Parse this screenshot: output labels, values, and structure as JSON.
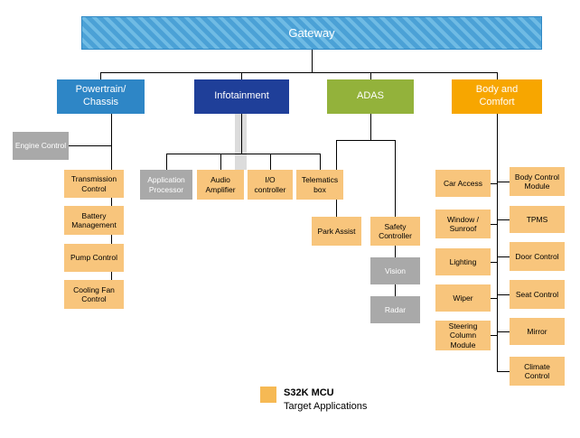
{
  "gateway": {
    "label": "Gateway"
  },
  "branches": [
    {
      "label": "Powertrain/ Chassis",
      "color": "#2E86C6",
      "children": [
        {
          "label": "Engine Control",
          "type": "gray"
        },
        {
          "label": "Transmission Control",
          "type": "mcu"
        },
        {
          "label": "Battery Management",
          "type": "mcu"
        },
        {
          "label": "Pump Control",
          "type": "mcu"
        },
        {
          "label": "Cooling Fan Control",
          "type": "mcu"
        }
      ]
    },
    {
      "label": "Infotainment",
      "color": "#1F3F99",
      "children": [
        {
          "label": "Application Processor",
          "type": "gray"
        },
        {
          "label": "Audio Amplifier",
          "type": "mcu"
        },
        {
          "label": "I/O controller",
          "type": "mcu"
        },
        {
          "label": "Telematics box",
          "type": "mcu"
        }
      ]
    },
    {
      "label": "ADAS",
      "color": "#93B23B",
      "children": [
        {
          "label": "Park Assist",
          "type": "mcu"
        },
        {
          "label": "Safety Controller",
          "type": "mcu",
          "children": [
            {
              "label": "Vision",
              "type": "gray"
            },
            {
              "label": "Radar",
              "type": "gray"
            }
          ]
        }
      ]
    },
    {
      "label": "Body and Comfort",
      "color": "#F7A600",
      "children": [
        {
          "label": "Car Access",
          "type": "mcu"
        },
        {
          "label": "Window / Sunroof",
          "type": "mcu"
        },
        {
          "label": "Lighting",
          "type": "mcu"
        },
        {
          "label": "Wiper",
          "type": "mcu"
        },
        {
          "label": "Steering Column Module",
          "type": "mcu"
        },
        {
          "label": "Body Control Module",
          "type": "mcu"
        },
        {
          "label": "TPMS",
          "type": "mcu"
        },
        {
          "label": "Door Control",
          "type": "mcu"
        },
        {
          "label": "Seat Control",
          "type": "mcu"
        },
        {
          "label": "Mirror",
          "type": "mcu"
        },
        {
          "label": "Climate Control",
          "type": "mcu"
        }
      ]
    }
  ],
  "legend": {
    "swatch_color": "#F6B954",
    "title": "S32K MCU",
    "subtitle": "Target Applications"
  },
  "colors": {
    "gateway_base": "#4BA1D6",
    "gateway_stripe": "#6FBBE4",
    "mcu_box": "#F8C57C",
    "gray_box": "#A9A9A9",
    "connector": "#000000",
    "shadow_band": "#DCDCDC"
  }
}
